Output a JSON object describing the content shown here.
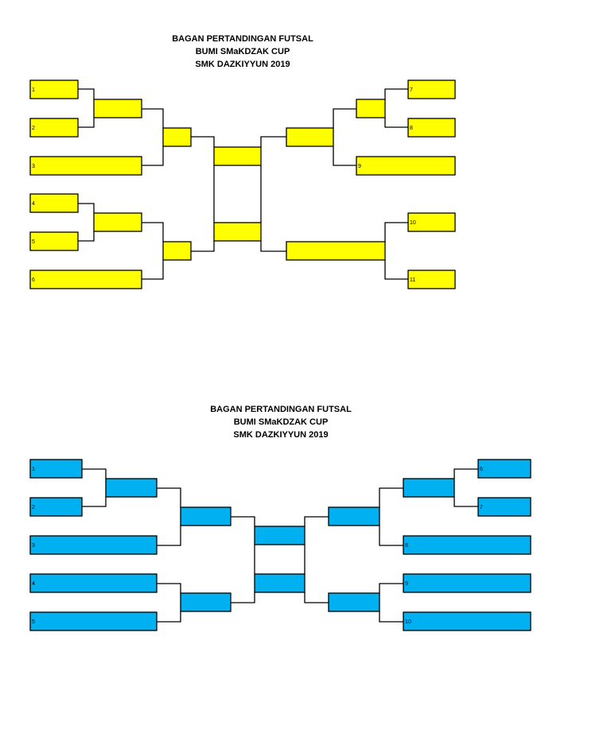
{
  "brackets": [
    {
      "title_lines": [
        "BAGAN PERTANDINGAN FUTSAL",
        "BUMI SMaKDZAK CUP",
        "SMK DAZKIYYUN 2019"
      ],
      "fill": "#ffff00",
      "slots": [
        "1",
        "2",
        "3",
        "4",
        "5",
        "6",
        "7",
        "8",
        "9",
        "10",
        "11"
      ]
    },
    {
      "title_lines": [
        "BAGAN PERTANDINGAN FUTSAL",
        "BUMI SMaKDZAK CUP",
        "SMK DAZKIYYUN 2019"
      ],
      "fill": "#00b0f0",
      "slots": [
        "1",
        "2",
        "3",
        "4",
        "5",
        "6",
        "7",
        "8",
        "9",
        "10"
      ]
    }
  ]
}
